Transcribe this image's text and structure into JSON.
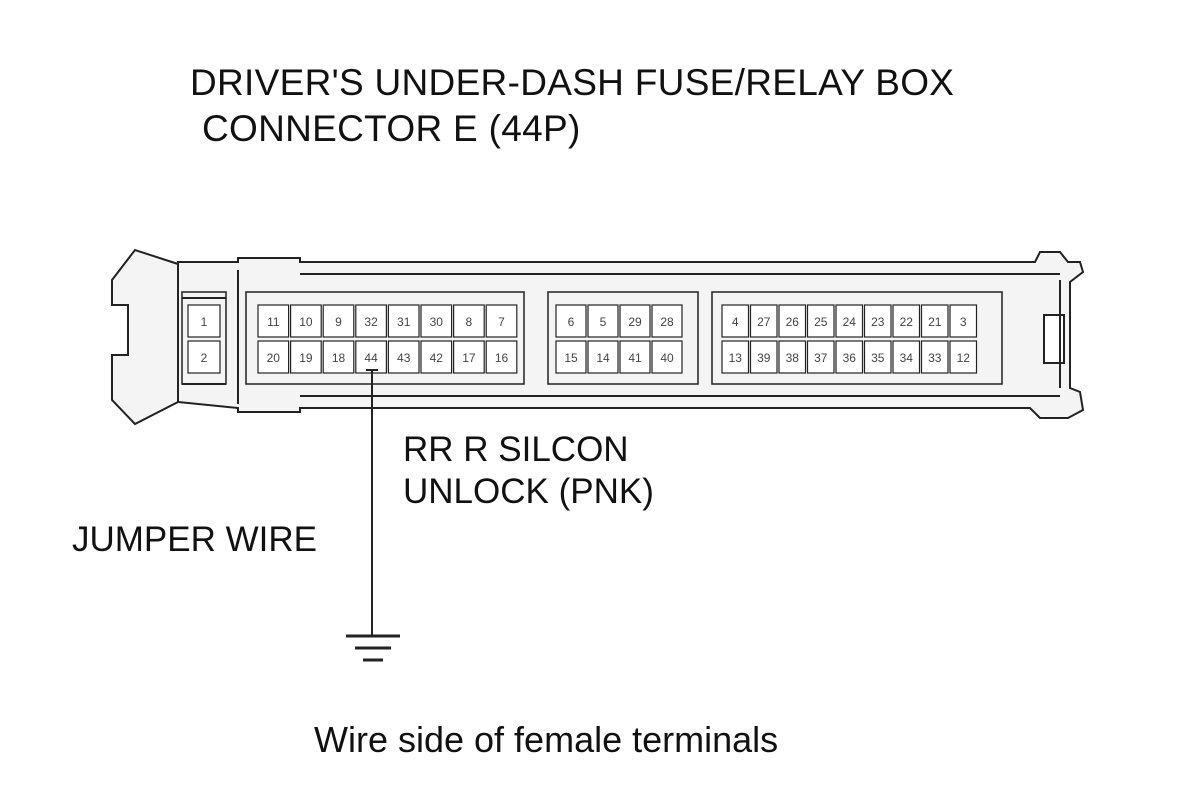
{
  "title": {
    "line1": "DRIVER'S UNDER-DASH FUSE/RELAY BOX",
    "line2": "CONNECTOR E (44P)"
  },
  "annotations": {
    "wire_line1": "RR R SILCON",
    "wire_line2": "UNLOCK (PNK)",
    "jumper": "JUMPER WIRE"
  },
  "caption": "Wire side of female terminals",
  "connector": {
    "highlighted_terminal": "44",
    "groups": [
      {
        "top": [
          "1"
        ],
        "bottom": [
          "2"
        ]
      },
      {
        "top": [
          "11",
          "10",
          "9",
          "32",
          "31",
          "30",
          "8",
          "7"
        ],
        "bottom": [
          "20",
          "19",
          "18",
          "44",
          "43",
          "42",
          "17",
          "16"
        ]
      },
      {
        "top": [
          "6",
          "5",
          "29",
          "28"
        ],
        "bottom": [
          "15",
          "14",
          "41",
          "40"
        ]
      },
      {
        "top": [
          "4",
          "27",
          "26",
          "25",
          "24",
          "23",
          "22",
          "21",
          "3"
        ],
        "bottom": [
          "13",
          "39",
          "38",
          "37",
          "36",
          "35",
          "34",
          "33",
          "12"
        ]
      }
    ]
  },
  "colors": {
    "line": "#222222",
    "housing_fill": "#f4f4f4",
    "cavity_fill": "#ffffff",
    "pin_text": "#444444"
  }
}
